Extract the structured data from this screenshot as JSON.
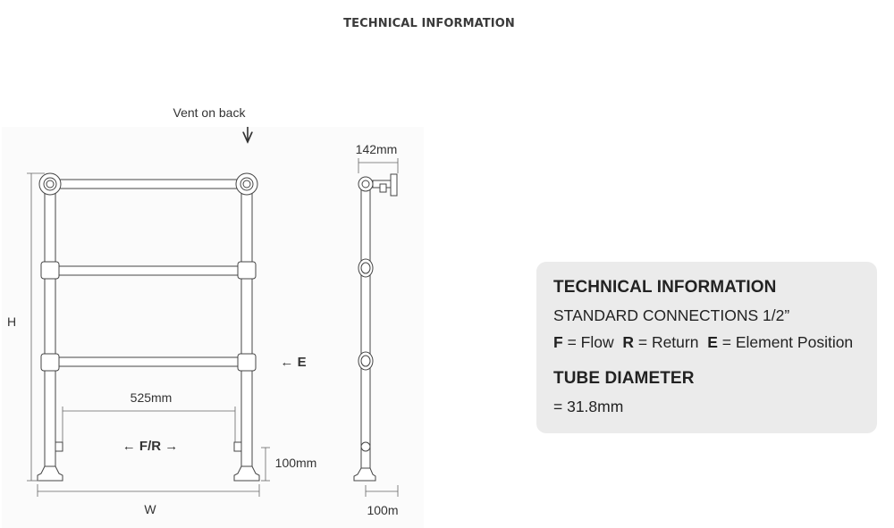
{
  "header": {
    "title": "TECHNICAL INFORMATION"
  },
  "diagram": {
    "vent_label": "Vent on back",
    "height_label": "H",
    "width_label": "W",
    "centres_label": "525mm",
    "element_label": "← E",
    "connection_label": "← F/R →",
    "valve_height_label": "100mm",
    "depth_label": "142mm",
    "side_base_label": "100m"
  },
  "info": {
    "title": "TECHNICAL INFORMATION",
    "connections": "STANDARD CONNECTIONS 1/2”",
    "legend": [
      {
        "key": "F",
        "text": "= Flow"
      },
      {
        "key": "R",
        "text": "= Return"
      },
      {
        "key": "E",
        "text": "= Element Position"
      }
    ],
    "tube_title": "TUBE DIAMETER",
    "tube_value": "= 31.8mm"
  }
}
